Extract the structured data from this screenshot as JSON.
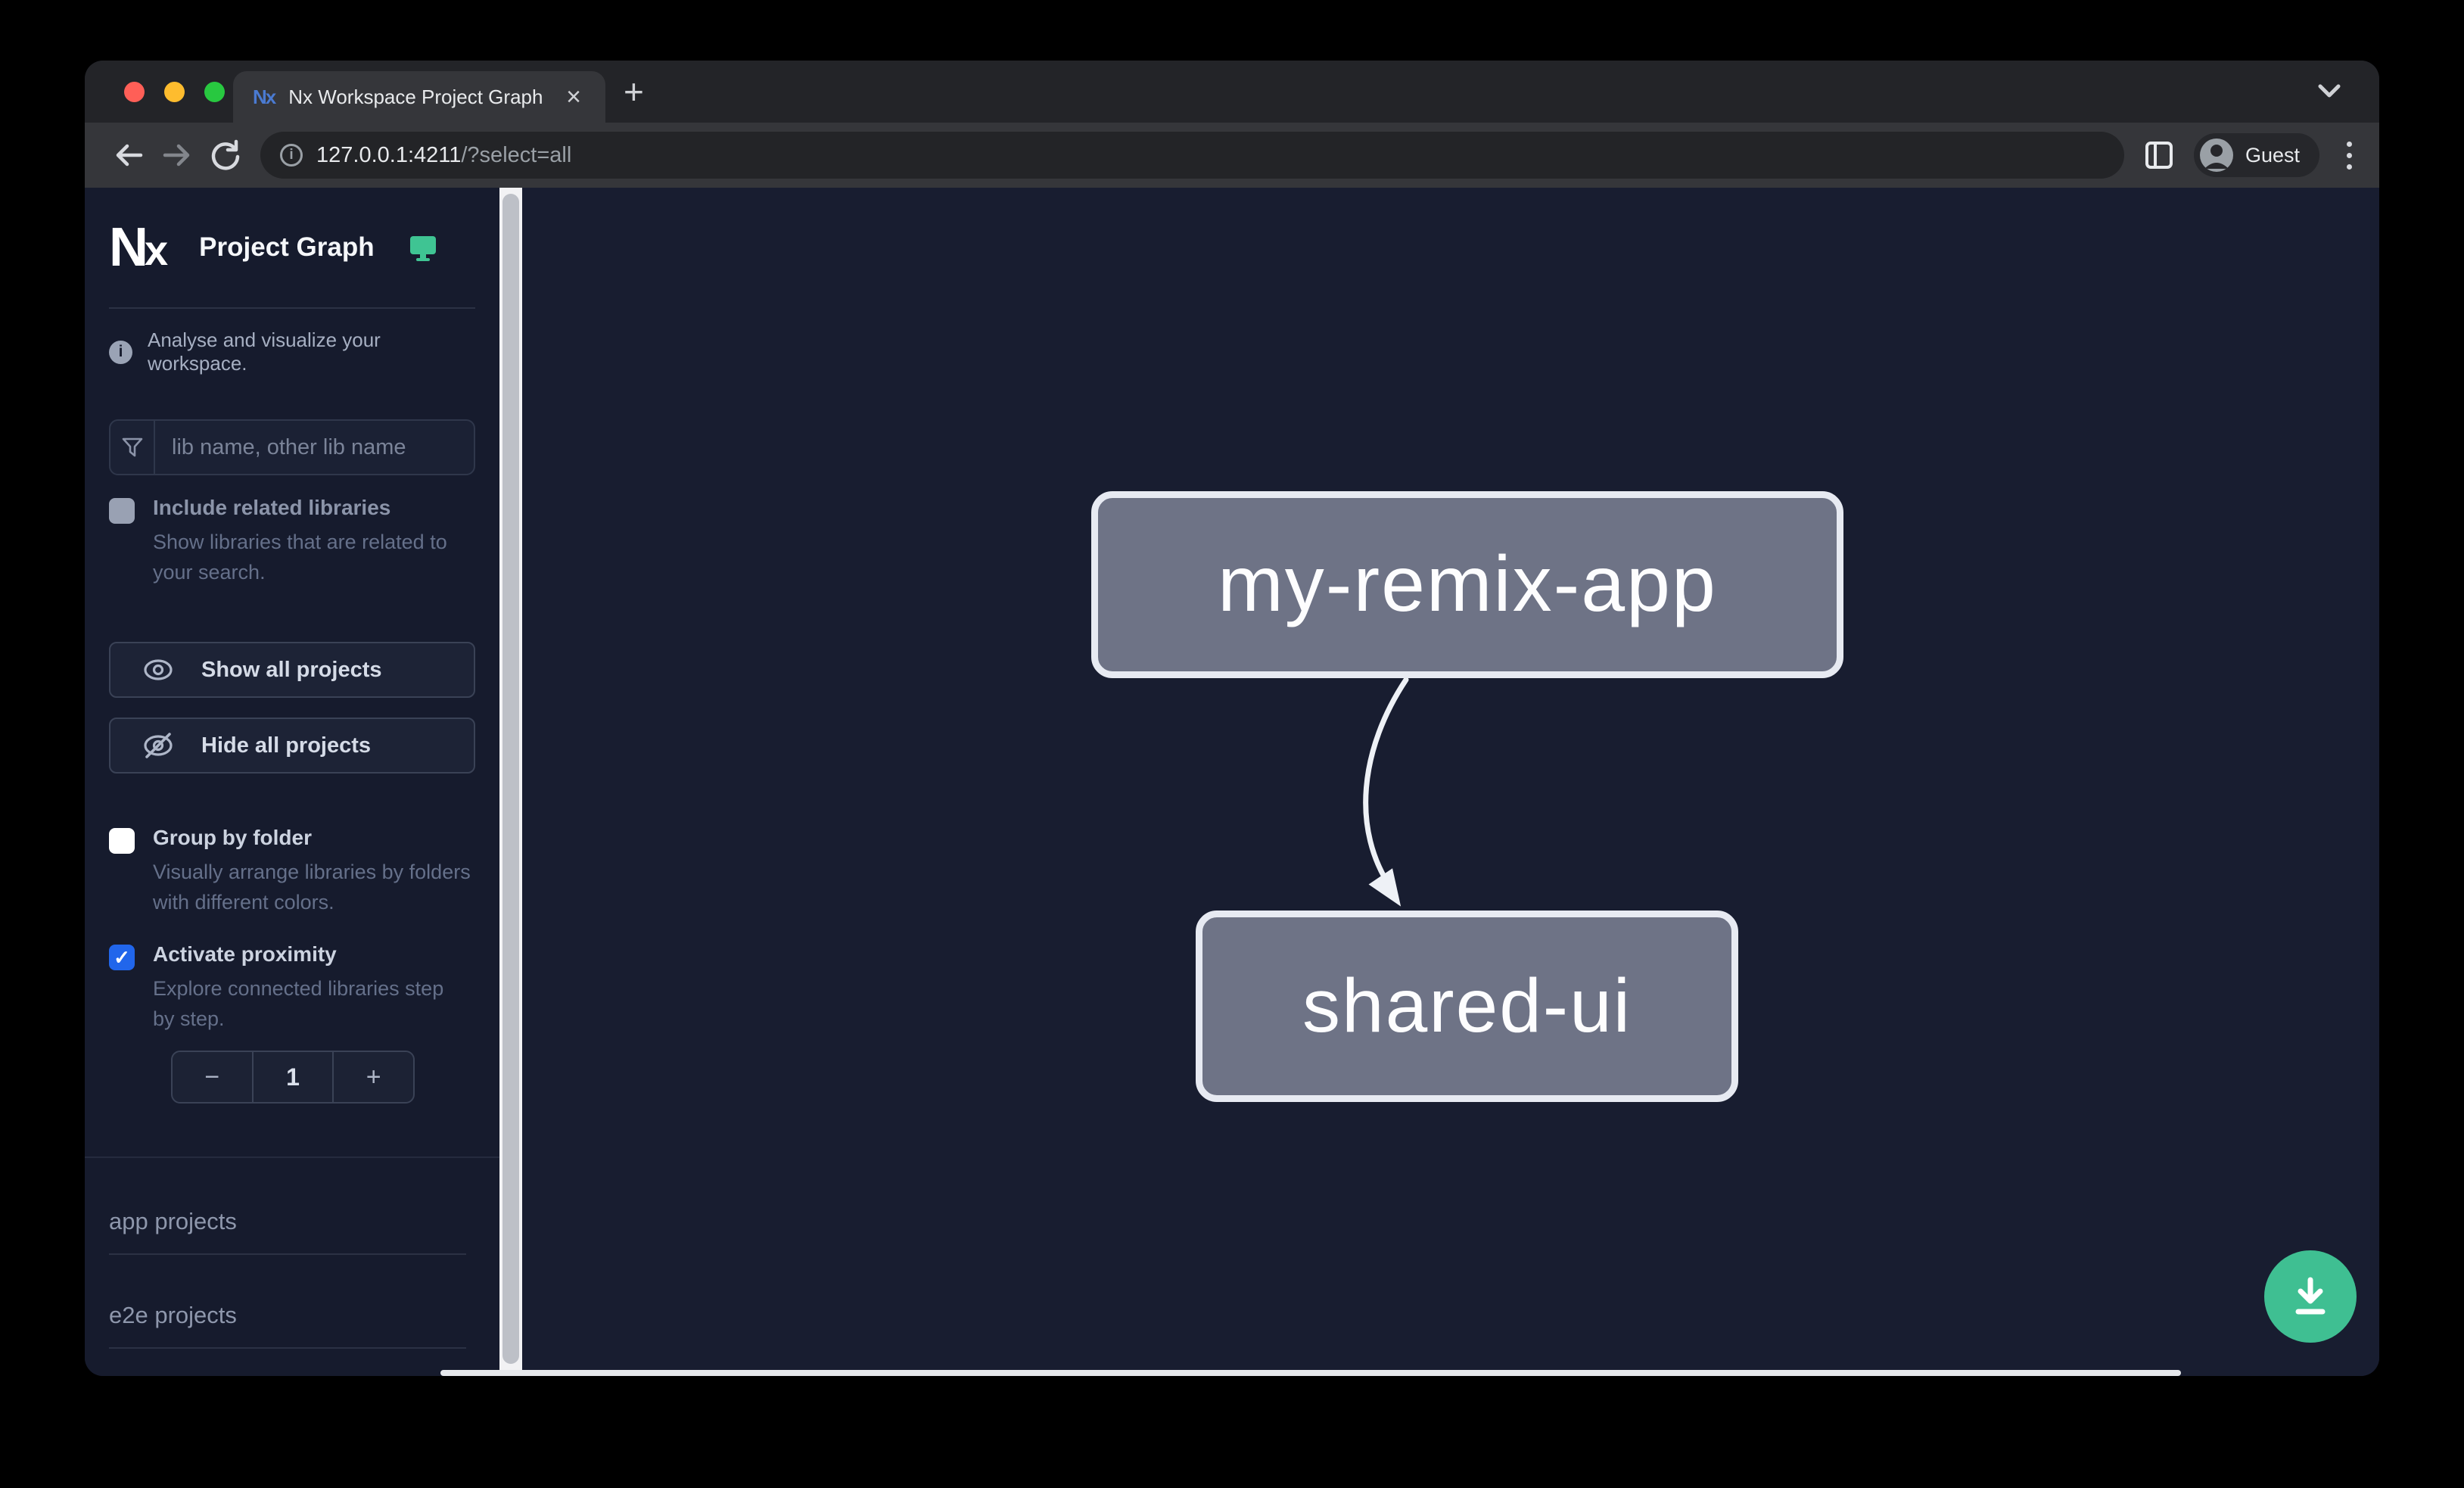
{
  "browser": {
    "tab": {
      "title": "Nx Workspace Project Graph",
      "favicon_text": "Nx"
    },
    "url": {
      "host": "127.0.0.1:4211",
      "path": "/?select=all"
    },
    "guest_label": "Guest"
  },
  "icons": {
    "close": "×",
    "new_tab": "+",
    "info_i": "i",
    "check": "✓",
    "minus": "−",
    "plus": "+"
  },
  "sidebar": {
    "brand": {
      "logo_n": "N",
      "logo_x": "x",
      "title": "Project Graph"
    },
    "tagline": "Analyse and visualize your workspace.",
    "search": {
      "placeholder": "lib name, other lib name"
    },
    "include_related": {
      "label": "Include related libraries",
      "description": "Show libraries that are related to your search.",
      "checked": false
    },
    "buttons": {
      "show_all": "Show all projects",
      "hide_all": "Hide all projects"
    },
    "group_by_folder": {
      "label": "Group by folder",
      "description": "Visually arrange libraries by folders with different colors.",
      "checked": false
    },
    "proximity": {
      "label": "Activate proximity",
      "description": "Explore connected libraries step by step.",
      "checked": true,
      "value": "1"
    },
    "sections": [
      {
        "label": "app projects"
      },
      {
        "label": "e2e projects"
      }
    ]
  },
  "graph": {
    "nodes": [
      {
        "id": "my-remix-app"
      },
      {
        "id": "shared-ui"
      }
    ],
    "edges": [
      {
        "from": "my-remix-app",
        "to": "shared-ui"
      }
    ]
  },
  "colors": {
    "sidebar_bg": "#161b2d",
    "canvas_bg": "#181d30",
    "node_fill": "#6e7386",
    "node_border": "#e7eaf2",
    "accent_teal": "#3fc493",
    "checkbox_blue": "#2166eb",
    "download_button": "#3fbf92"
  }
}
